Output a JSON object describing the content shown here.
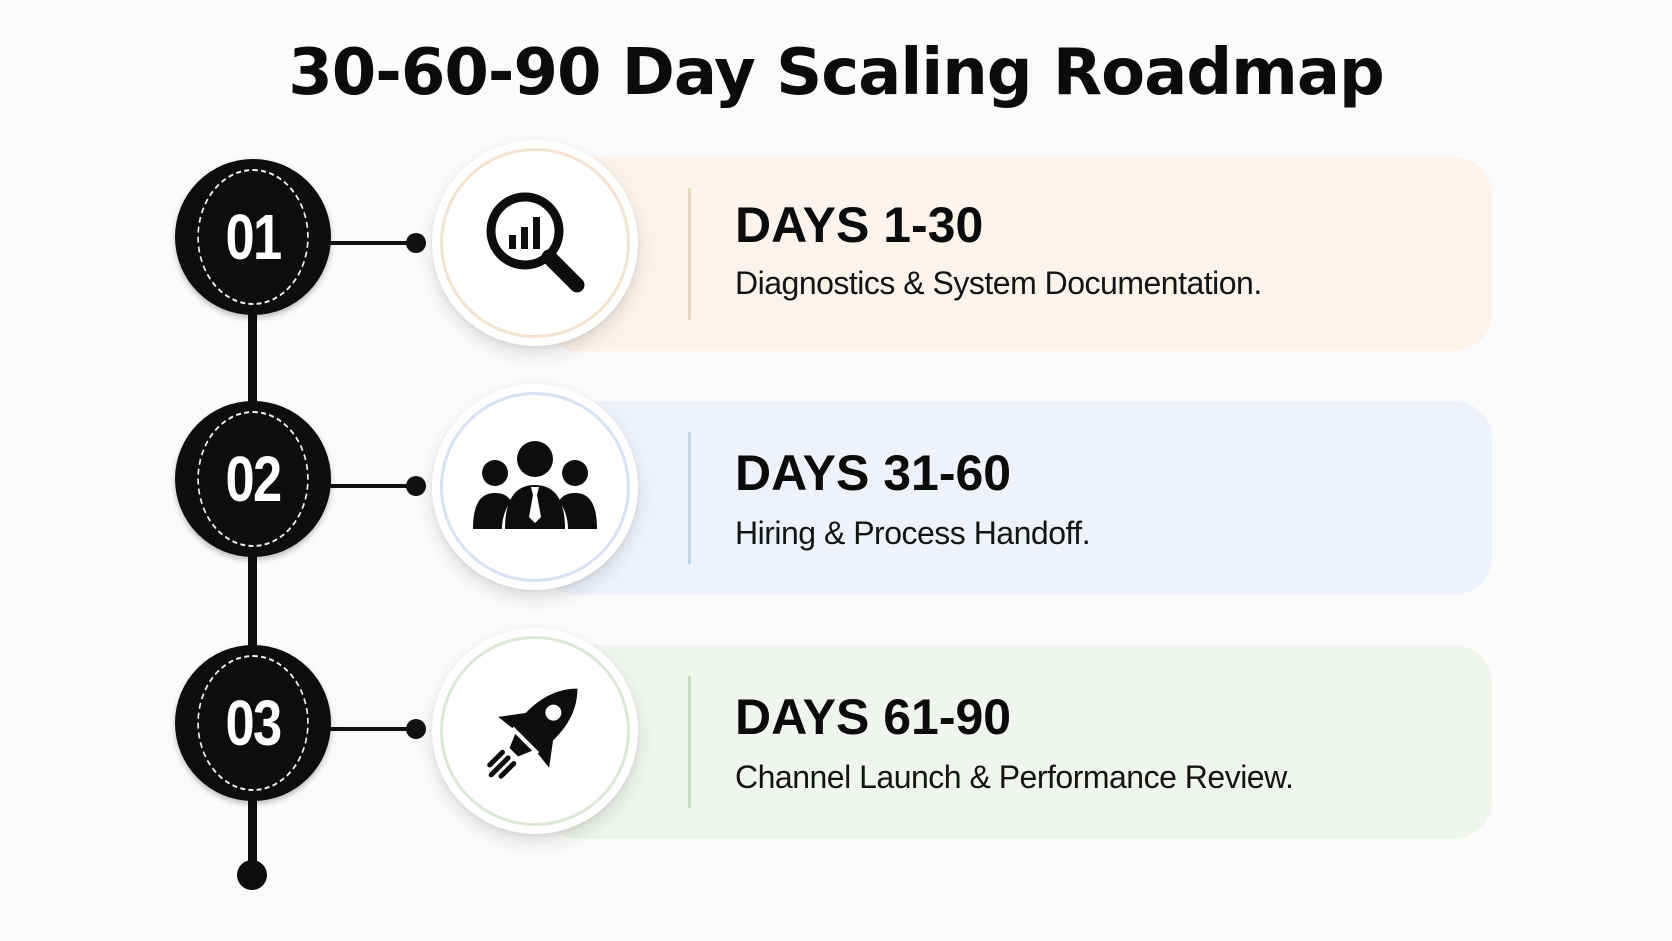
{
  "title": "30-60-90 Day Scaling Roadmap",
  "phases": [
    {
      "number": "01",
      "heading": "DAYS 1-30",
      "description": "Diagnostics & System Documentation.",
      "icon": "magnifier-chart-icon",
      "card_color": "#fcf3ea",
      "ring_color": "#f5e3d1",
      "divider_color": "#e9d6bf"
    },
    {
      "number": "02",
      "heading": "DAYS 31-60",
      "description": "Hiring & Process Handoff.",
      "icon": "team-icon",
      "card_color": "#eef3fb",
      "ring_color": "#d6e3f5",
      "divider_color": "#bfd3ea"
    },
    {
      "number": "03",
      "heading": "DAYS 61-90",
      "description": "Channel Launch & Performance Review.",
      "icon": "rocket-icon",
      "card_color": "#f0f6ee",
      "ring_color": "#dbe9d4",
      "divider_color": "#c8dcbf"
    }
  ]
}
